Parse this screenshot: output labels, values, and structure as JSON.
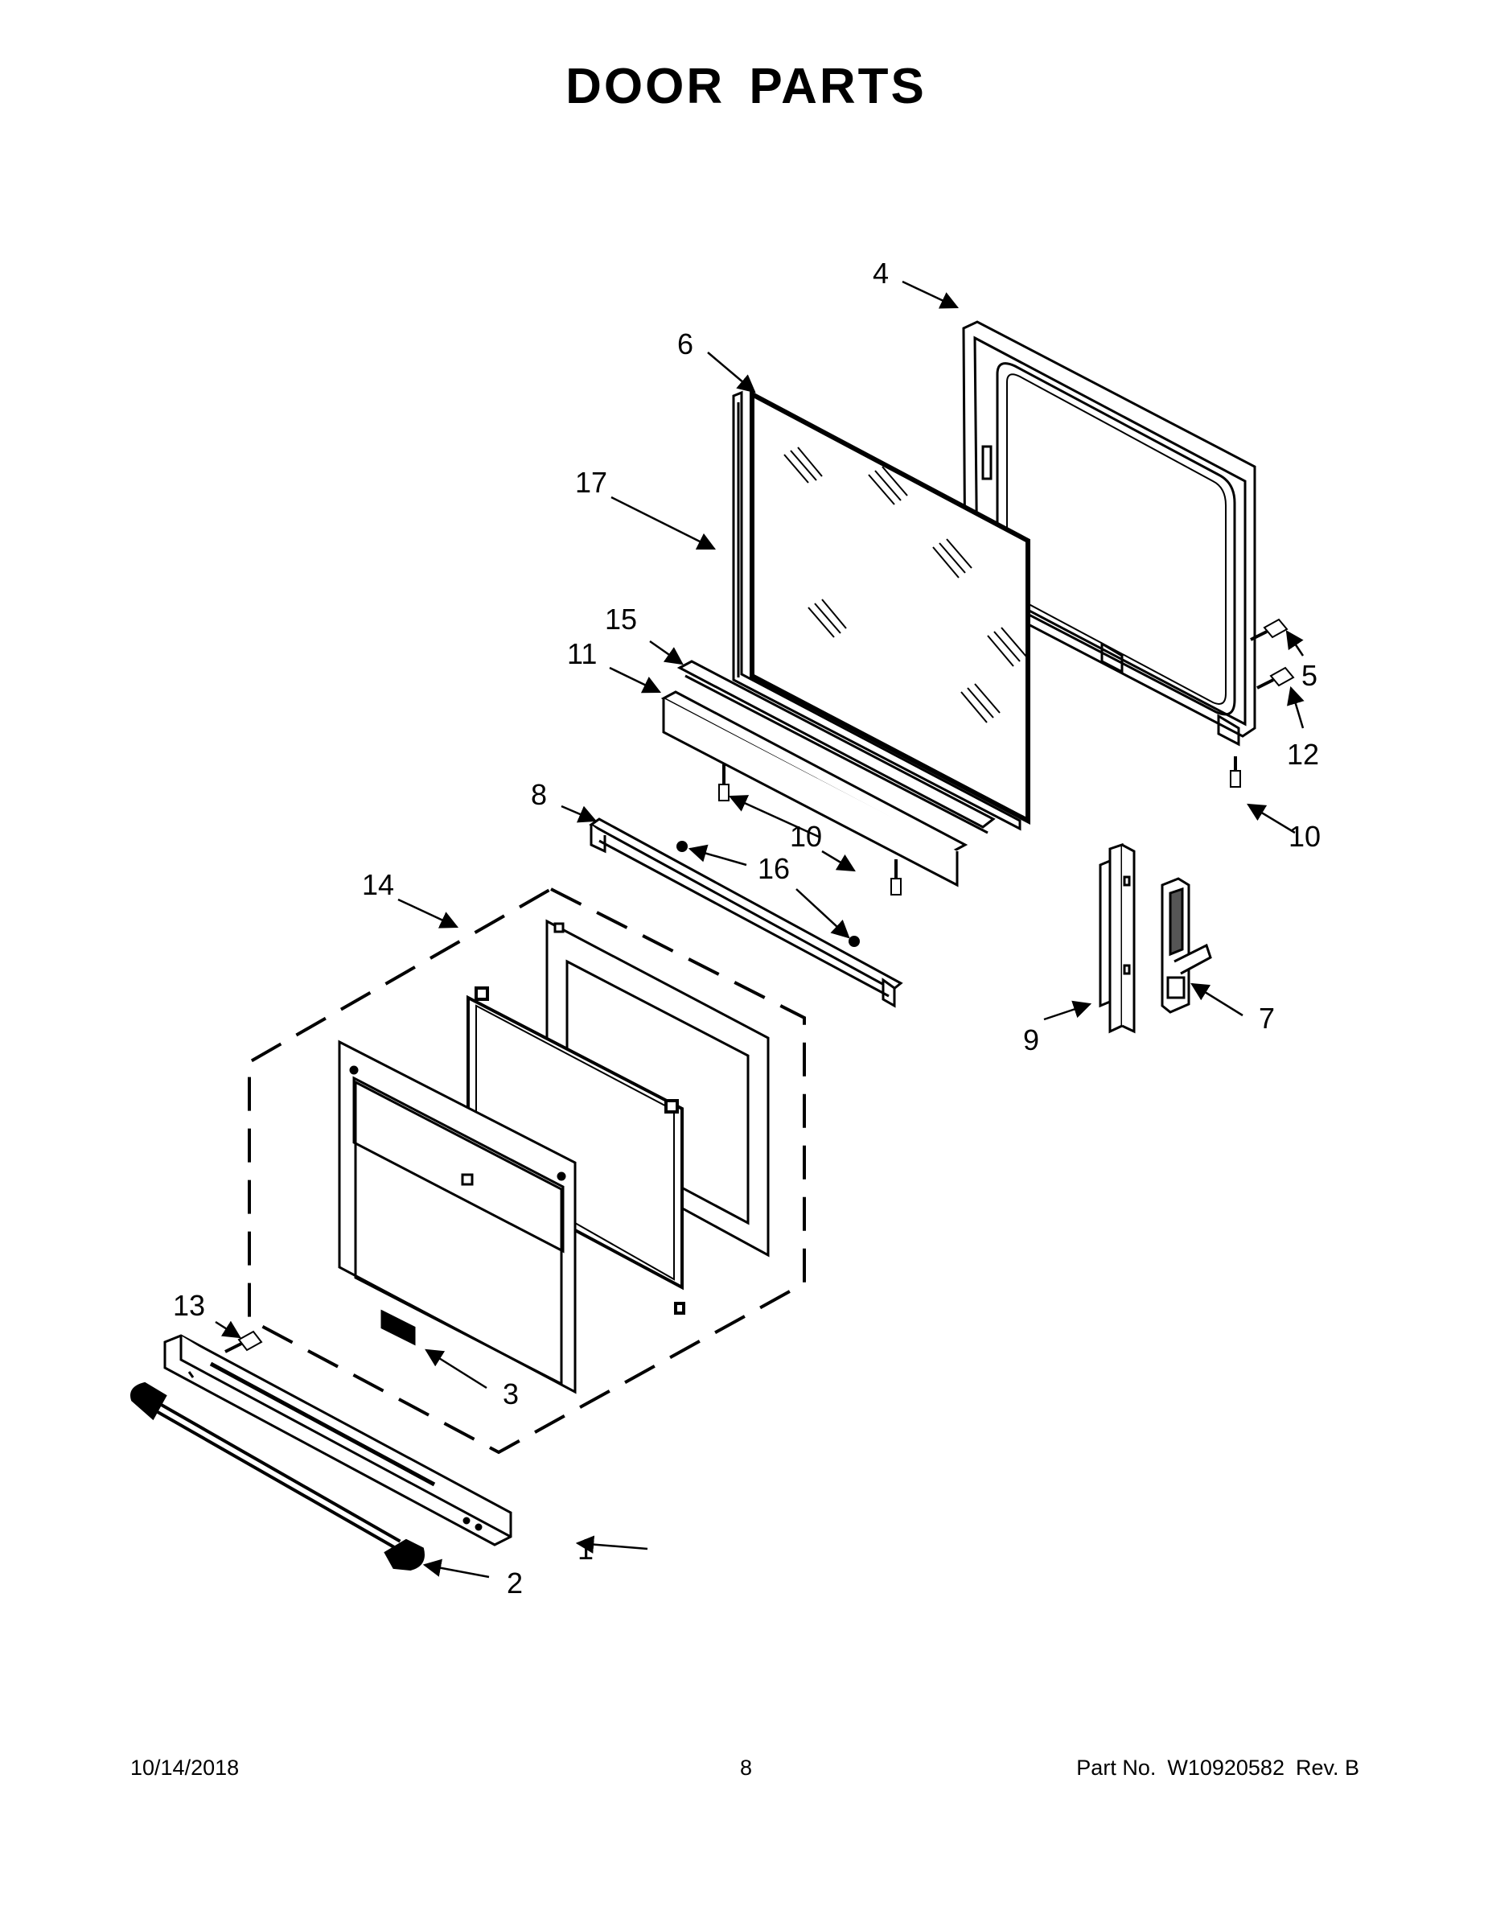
{
  "title": "DOOR PARTS",
  "callouts": [
    "1",
    "2",
    "3",
    "4",
    "5",
    "6",
    "7",
    "8",
    "9",
    "10",
    "10",
    "10",
    "11",
    "12",
    "13",
    "14",
    "15",
    "16",
    "16",
    "17"
  ],
  "footer": {
    "date": "10/14/2018",
    "page_number": "8",
    "part_no_label": "Part No.",
    "part_no": "W10920582",
    "revision": "Rev. B"
  }
}
